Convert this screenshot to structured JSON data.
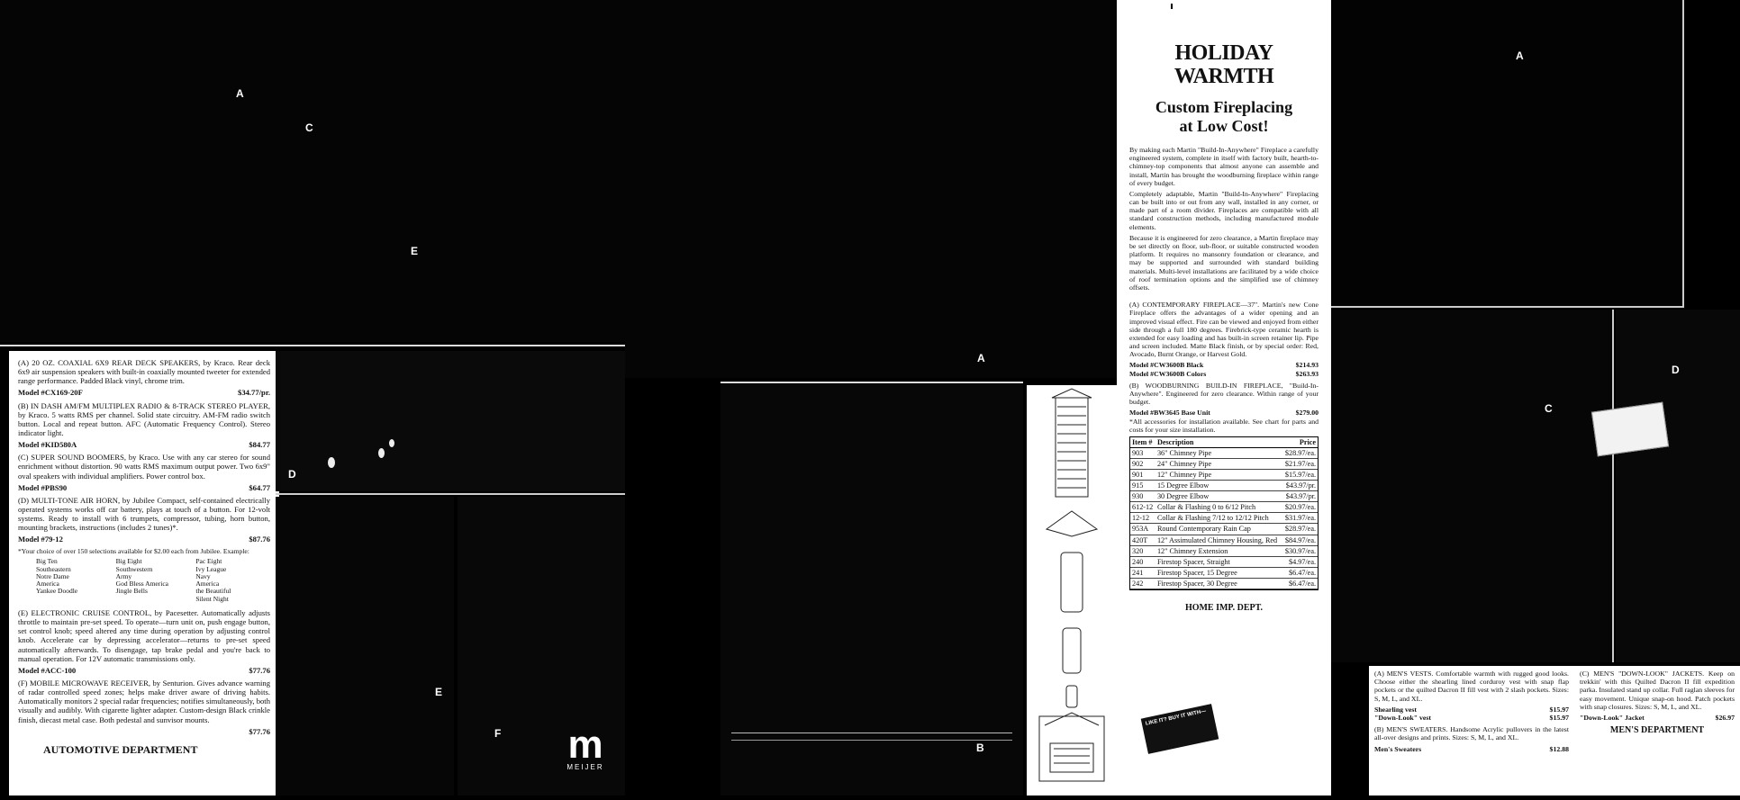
{
  "photo_letters": {
    "tl_a": "A",
    "tl_c": "C",
    "tl_e": "E",
    "mid_d": "D",
    "mid_e": "E",
    "mid_f": "F",
    "center_a": "A",
    "center_b": "B",
    "right_a": "A",
    "right_c": "C",
    "right_d": "D"
  },
  "logo": {
    "letter": "m",
    "wordmark": "MEIJER"
  },
  "auto": {
    "items": [
      {
        "text": "(A) 20 OZ. COAXIAL 6X9 REAR DECK SPEAKERS, by Kraco. Rear deck 6x9 air suspension speakers with built-in coaxially mounted tweeter for extended range performance. Padded Black vinyl, chrome trim.",
        "model": "Model #CX169-20F",
        "price": "$34.77/pr."
      },
      {
        "text": "(B) IN DASH AM/FM MULTIPLEX RADIO & 8-TRACK STEREO PLAYER, by Kraco. 5 watts RMS per channel. Solid state circuitry. AM-FM radio switch button. Local and repeat button. AFC (Automatic Frequency Control). Stereo indicator light.",
        "model": "Model #KID580A",
        "price": "$84.77"
      },
      {
        "text": "(C) SUPER SOUND BOOMERS, by Kraco. Use with any car stereo for sound enrichment without distortion. 90 watts RMS maximum output power. Two 6x9\" oval speakers with individual amplifiers. Power control box.",
        "model": "Model #PBS90",
        "price": "$64.77"
      },
      {
        "text": "(D) MULTI-TONE AIR HORN, by Jubilee Compact, self-contained electrically operated systems works off car battery, plays at touch of a button. For 12-volt systems. Ready to install with 6 trumpets, compressor, tubing, horn button, mounting brackets, instructions (includes 2 tunes)*.",
        "model": "Model #79-12",
        "price": "$87.76"
      }
    ],
    "jubilee_note": "*Your choice of over 150 selections available for $2.00 each from Jubilee. Example:",
    "jubilee_songs": [
      "Big Ten",
      "Big Eight",
      "Pac Eight",
      "Southeastern",
      "Southwestern",
      "Ivy League",
      "Notre Dame",
      "Army",
      "Navy",
      "America",
      "God Bless America",
      "America",
      "Yankee Doodle",
      "Jingle Bells",
      "the Beautiful",
      "",
      "",
      "Silent Night"
    ],
    "items2": [
      {
        "text": "(E) ELECTRONIC CRUISE CONTROL, by Pacesetter. Automatically adjusts throttle to maintain pre-set speed. To operate—turn unit on, push engage button, set control knob; speed altered any time during operation by adjusting control knob. Accelerate car by depressing accelerator—returns to pre-set speed automatically afterwards. To disengage, tap brake pedal and you're back to manual operation. For 12V automatic transmissions only.",
        "model": "Model #ACC-100",
        "price": "$77.76"
      },
      {
        "text": "(F) MOBILE MICROWAVE RECEIVER, by Senturion. Gives advance warning of radar controlled speed zones; helps make driver aware of driving habits. Automatically monitors 2 special radar frequencies; notifies simultaneously, both visually and audibly. With cigarette lighter adapter. Custom-design Black crinkle finish, diecast metal case. Both pedestal and sunvisor mounts.",
        "model": "",
        "price": "$77.76"
      }
    ],
    "department": "AUTOMOTIVE DEPARTMENT"
  },
  "home": {
    "title_1": "HOLIDAY",
    "title_2": "WARMTH",
    "subtitle_1": "Custom Fireplacing",
    "subtitle_2": "at Low Cost!",
    "paragraphs": [
      "By making each Martin \"Build-In-Anywhere\" Fireplace a carefully engineered system, complete in itself with factory built, hearth-to-chimney-top components that almost anyone can assemble and install, Martin has brought the woodburning fireplace within range of every budget.",
      "Completely adaptable, Martin \"Build-In-Anywhere\" Fireplacing can be built into or out from any wall, installed in any corner, or made part of a room divider. Fireplaces are compatible with all standard construction methods, including manufactured module elements.",
      "Because it is engineered for zero clearance, a Martin fireplace may be set directly on floor, sub-floor, or suitable constructed wooden platform. It requires no mansonry foundation or clearance, and may be supported and surrounded with standard building materials. Multi-level installations are facilitated by a wide choice of roof termination options and the simplified use of chimney offsets."
    ],
    "item_a": "(A) CONTEMPORARY FIREPLACE—37\". Martin's new Cone Fireplace offers the advantages of a wider opening and an improved visual effect. Fire can be viewed and enjoyed from either side through a full 180 degrees. Firebrick-type ceramic hearth is extended for easy loading and has built-in screen retainer lip. Pipe and screen included. Matte Black finish, or by special order: Red, Avocado, Burnt Orange, or Harvest Gold.",
    "model_a1": "Model #CW3600B Black",
    "price_a1": "$214.93",
    "model_a2": "Model #CW3600B Colors",
    "price_a2": "$263.93",
    "item_b": "(B) WOODBURNING BUILD-IN FIREPLACE, \"Build-In-Anywhere\". Engineered for zero clearance. Within range of your budget.",
    "model_b": "Model #BW3645 Base Unit",
    "price_b": "$279.00",
    "note": "*All accessories for installation available. See chart for parts and costs for your size installation.",
    "table": {
      "headers": [
        "Item #",
        "Description",
        "Price"
      ],
      "rows": [
        [
          "903",
          "36\" Chimney Pipe",
          "$28.97/ea."
        ],
        [
          "902",
          "24\" Chimney Pipe",
          "$21.97/ea."
        ],
        [
          "901",
          "12\" Chimney Pipe",
          "$15.97/ea."
        ],
        [
          "915",
          "15 Degree Elbow",
          "$43.97/pr."
        ],
        [
          "930",
          "30 Degree Elbow",
          "$43.97/pr."
        ],
        [
          "612-12",
          "Collar & Flashing 0 to 6/12 Pitch",
          "$20.97/ea."
        ],
        [
          "12-12",
          "Collar & Flashing 7/12 to 12/12 Pitch",
          "$31.97/ea."
        ],
        [
          "953A",
          "Round Contemporary Rain Cap",
          "$28.97/ea."
        ],
        [
          "420T",
          "12\" Assimulated Chimney Housing, Red",
          "$84.97/ea."
        ],
        [
          "320",
          "12\" Chimney Extension",
          "$30.97/ea."
        ],
        [
          "240",
          "Firestop Spacer, Straight",
          "$4.97/ea."
        ],
        [
          "241",
          "Firestop Spacer, 15 Degree",
          "$6.47/ea."
        ],
        [
          "242",
          "Firestop Spacer, 30 Degree",
          "$6.47/ea."
        ]
      ]
    },
    "department": "HOME IMP. DEPT."
  },
  "mens": {
    "item_a": "(A) MEN'S VESTS. Comfortable warmth with rugged good looks. Choose either the shearling lined corduroy vest with snap flap pockets or the quilted Dacron II fill vest with 2 slash pockets. Sizes: S, M, L, and XL.",
    "a1_label": "Shearling vest",
    "a1_price": "$15.97",
    "a2_label": "\"Down-Look\" vest",
    "a2_price": "$15.97",
    "item_b": "(B) MEN'S SWEATERS. Handsome Acrylic pullovers in the latest all-over designs and prints. Sizes: S, M, L, and XL.",
    "b_label": "Men's Sweaters",
    "b_price": "$12.88",
    "item_c": "(C) MEN'S \"DOWN-LOOK\" JACKETS. Keep on trekkin' with this Quilted Dacron II fill expedition parka. Insulated stand up collar. Full raglan sleeves for easy movement. Unique snap-on hood. Patch pockets with snap closures. Sizes: S, M, L, and XL.",
    "c_label": "\"Down-Look\" Jacket",
    "c_price": "$26.97",
    "department": "MEN'S DEPARTMENT",
    "tag_text": "LIKE IT? BUY IT WITH—"
  }
}
